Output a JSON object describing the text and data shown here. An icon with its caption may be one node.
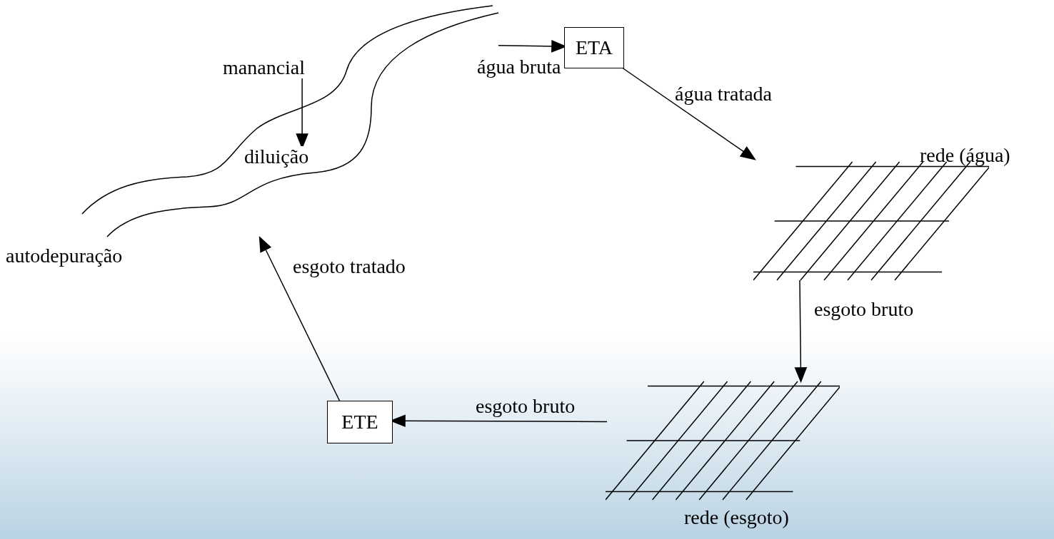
{
  "diagram": {
    "nodes": [
      {
        "text": [],
        "shape": "picture"
      },
      {
        "text": [
          "manancial"
        ],
        "in": 0
      },
      {
        "text": [
          "diluição"
        ],
        "in": 0
      },
      {
        "text": [
          "ETA"
        ]
      },
      {
        "text": [
          "rede (água)"
        ]
      },
      {
        "text": [
          "rede (esgoto)"
        ]
      },
      {
        "text": [
          "ETE"
        ]
      }
    ],
    "edges": [
      {
        "from": 0,
        "to": 3,
        "arrow": "to",
        "label": "água bruta"
      },
      {
        "from": 3,
        "to": 4,
        "arrow": "to",
        "label": "água tratada"
      },
      {
        "from": 4,
        "to": 5,
        "arrow": "to",
        "label": "esgoto bruto"
      },
      {
        "from": 5,
        "to": 6,
        "arrow": "to",
        "label": "esgoto bruto"
      },
      {
        "from": 6,
        "to": 0,
        "arrow": "to",
        "label": "esgoto tratado"
      },
      {
        "from": 1,
        "to": 2,
        "arrow": "to"
      }
    ],
    "labels": [
      "autodepuração"
    ]
  }
}
